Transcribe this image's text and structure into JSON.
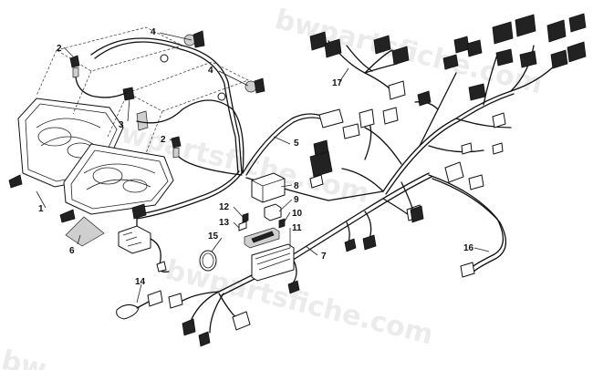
{
  "diagram": {
    "callouts": {
      "c1": "1",
      "c2a": "2",
      "c2b": "2",
      "c3": "3",
      "c4a": "4",
      "c4b": "4",
      "c5": "5",
      "c6": "6",
      "c7": "7",
      "c8": "8",
      "c9": "9",
      "c10": "10",
      "c11": "11",
      "c12": "12",
      "c13": "13",
      "c14": "14",
      "c15": "15",
      "c16": "16",
      "c17": "17"
    },
    "watermark": {
      "top": "bwpartsfiche.com",
      "middle": "bwpartsfiche.com",
      "lower": "bwpartsfiche.com",
      "bottom": "bw"
    }
  }
}
